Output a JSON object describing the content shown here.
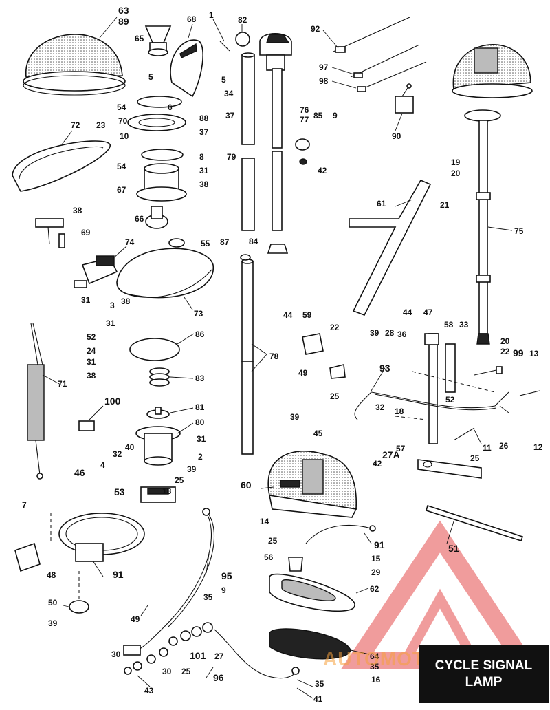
{
  "title_lines": [
    "CYCLE SIGNAL",
    "LAMP"
  ],
  "watermark": "AUTOMOTOHUB",
  "colors": {
    "line": "#111111",
    "watermark_red": "#e23b3b",
    "watermark_orange": "#f5a03c",
    "title_bg": "#111111"
  },
  "labels": [
    {
      "id": "63",
      "t": "63"
    },
    {
      "id": "89",
      "t": "89"
    },
    {
      "id": "65",
      "t": "65"
    },
    {
      "id": "68",
      "t": "68"
    },
    {
      "id": "1",
      "t": "1"
    },
    {
      "id": "82",
      "t": "82"
    },
    {
      "id": "92",
      "t": "92"
    },
    {
      "id": "5a",
      "t": "5"
    },
    {
      "id": "5b",
      "t": "5"
    },
    {
      "id": "34",
      "t": "34"
    },
    {
      "id": "54a",
      "t": "54"
    },
    {
      "id": "6",
      "t": "6"
    },
    {
      "id": "88",
      "t": "88"
    },
    {
      "id": "37a",
      "t": "37"
    },
    {
      "id": "70",
      "t": "70"
    },
    {
      "id": "37b",
      "t": "37"
    },
    {
      "id": "76",
      "t": "76"
    },
    {
      "id": "77",
      "t": "77"
    },
    {
      "id": "85",
      "t": "85"
    },
    {
      "id": "9a",
      "t": "9"
    },
    {
      "id": "97",
      "t": "97"
    },
    {
      "id": "98",
      "t": "98"
    },
    {
      "id": "90",
      "t": "90"
    },
    {
      "id": "72",
      "t": "72"
    },
    {
      "id": "23",
      "t": "23"
    },
    {
      "id": "10",
      "t": "10"
    },
    {
      "id": "8",
      "t": "8"
    },
    {
      "id": "31a",
      "t": "31"
    },
    {
      "id": "38a",
      "t": "38"
    },
    {
      "id": "54b",
      "t": "54"
    },
    {
      "id": "67",
      "t": "67"
    },
    {
      "id": "79",
      "t": "79"
    },
    {
      "id": "42a",
      "t": "42"
    },
    {
      "id": "19",
      "t": "19"
    },
    {
      "id": "20a",
      "t": "20"
    },
    {
      "id": "61",
      "t": "61"
    },
    {
      "id": "21",
      "t": "21"
    },
    {
      "id": "38b",
      "t": "38"
    },
    {
      "id": "66",
      "t": "66"
    },
    {
      "id": "69",
      "t": "69"
    },
    {
      "id": "75",
      "t": "75"
    },
    {
      "id": "87",
      "t": "87"
    },
    {
      "id": "84",
      "t": "84"
    },
    {
      "id": "55",
      "t": "55"
    },
    {
      "id": "74",
      "t": "74"
    },
    {
      "id": "31b",
      "t": "31"
    },
    {
      "id": "38c",
      "t": "38"
    },
    {
      "id": "73",
      "t": "73"
    },
    {
      "id": "3",
      "t": "3"
    },
    {
      "id": "31c",
      "t": "31"
    },
    {
      "id": "44a",
      "t": "44"
    },
    {
      "id": "59",
      "t": "59"
    },
    {
      "id": "22a",
      "t": "22"
    },
    {
      "id": "44b",
      "t": "44"
    },
    {
      "id": "47",
      "t": "47"
    },
    {
      "id": "39a",
      "t": "39"
    },
    {
      "id": "28",
      "t": "28"
    },
    {
      "id": "36",
      "t": "36"
    },
    {
      "id": "58",
      "t": "58"
    },
    {
      "id": "33",
      "t": "33"
    },
    {
      "id": "20b",
      "t": "20"
    },
    {
      "id": "22b",
      "t": "22"
    },
    {
      "id": "99",
      "t": "99"
    },
    {
      "id": "13",
      "t": "13"
    },
    {
      "id": "52a",
      "t": "52"
    },
    {
      "id": "86",
      "t": "86"
    },
    {
      "id": "24",
      "t": "24"
    },
    {
      "id": "31d",
      "t": "31"
    },
    {
      "id": "38d",
      "t": "38"
    },
    {
      "id": "78",
      "t": "78"
    },
    {
      "id": "49a",
      "t": "49"
    },
    {
      "id": "93",
      "t": "93"
    },
    {
      "id": "71",
      "t": "71"
    },
    {
      "id": "83",
      "t": "83"
    },
    {
      "id": "52b",
      "t": "52"
    },
    {
      "id": "100",
      "t": "100"
    },
    {
      "id": "81",
      "t": "81"
    },
    {
      "id": "25a",
      "t": "25"
    },
    {
      "id": "39b",
      "t": "39"
    },
    {
      "id": "32a",
      "t": "32"
    },
    {
      "id": "18a",
      "t": "18"
    },
    {
      "id": "45",
      "t": "45"
    },
    {
      "id": "80",
      "t": "80"
    },
    {
      "id": "26",
      "t": "26"
    },
    {
      "id": "12",
      "t": "12"
    },
    {
      "id": "31e",
      "t": "31"
    },
    {
      "id": "11",
      "t": "11"
    },
    {
      "id": "40",
      "t": "40"
    },
    {
      "id": "32b",
      "t": "32"
    },
    {
      "id": "2",
      "t": "2"
    },
    {
      "id": "57",
      "t": "57"
    },
    {
      "id": "27a",
      "t": "27A"
    },
    {
      "id": "25b",
      "t": "25"
    },
    {
      "id": "4",
      "t": "4"
    },
    {
      "id": "39c",
      "t": "39"
    },
    {
      "id": "46",
      "t": "46"
    },
    {
      "id": "42b",
      "t": "42"
    },
    {
      "id": "25c",
      "t": "25"
    },
    {
      "id": "18b",
      "t": "18"
    },
    {
      "id": "60",
      "t": "60"
    },
    {
      "id": "53",
      "t": "53"
    },
    {
      "id": "7",
      "t": "7"
    },
    {
      "id": "14",
      "t": "14"
    },
    {
      "id": "91a",
      "t": "91"
    },
    {
      "id": "25d",
      "t": "25"
    },
    {
      "id": "51",
      "t": "51"
    },
    {
      "id": "15",
      "t": "15"
    },
    {
      "id": "56",
      "t": "56"
    },
    {
      "id": "29",
      "t": "29"
    },
    {
      "id": "48",
      "t": "48"
    },
    {
      "id": "91b",
      "t": "91"
    },
    {
      "id": "95",
      "t": "95"
    },
    {
      "id": "62",
      "t": "62"
    },
    {
      "id": "35a",
      "t": "35"
    },
    {
      "id": "9b",
      "t": "9"
    },
    {
      "id": "50",
      "t": "50"
    },
    {
      "id": "49b",
      "t": "49"
    },
    {
      "id": "39d",
      "t": "39"
    },
    {
      "id": "30a",
      "t": "30"
    },
    {
      "id": "101",
      "t": "101"
    },
    {
      "id": "27b",
      "t": "27"
    },
    {
      "id": "64",
      "t": "64"
    },
    {
      "id": "35b",
      "t": "35"
    },
    {
      "id": "30b",
      "t": "30"
    },
    {
      "id": "25e",
      "t": "25"
    },
    {
      "id": "96",
      "t": "96"
    },
    {
      "id": "16",
      "t": "16"
    },
    {
      "id": "35c",
      "t": "35"
    },
    {
      "id": "43",
      "t": "43"
    },
    {
      "id": "41",
      "t": "41"
    }
  ]
}
